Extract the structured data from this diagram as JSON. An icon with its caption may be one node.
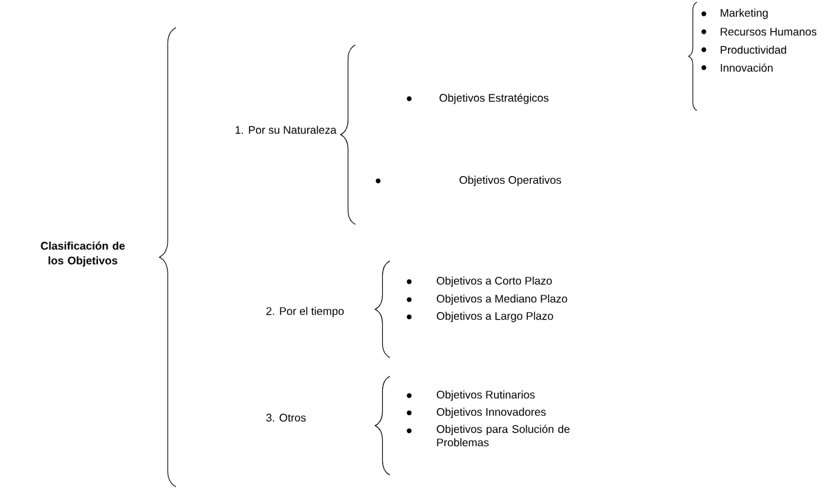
{
  "diagram": {
    "labels": [
      "Clasificación de los Objetivos",
      "1. Por su Naturaleza",
      "Objetivos Estratégicos",
      "Marketing",
      "Recursos Humanos",
      "Productividad",
      "Innovación",
      "Objetivos Operativos",
      "2. Por el tiempo",
      "Objetivos a Corto Plazo",
      "Objetivos a Mediano Plazo",
      "Objetivos a Largo Plazo",
      "3. Otros",
      "Objetivos Rutinarios",
      "Objetivos Innovadores",
      "Objetivos para Solución de Problemas"
    ]
  }
}
